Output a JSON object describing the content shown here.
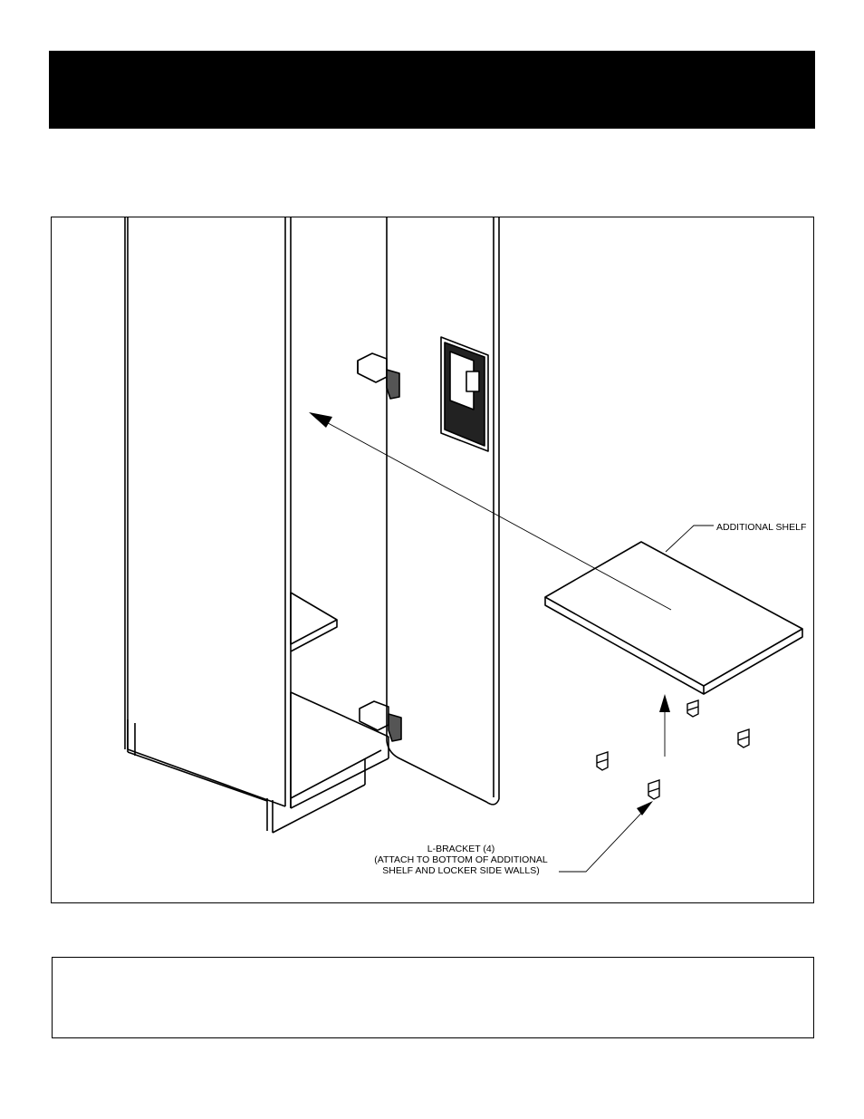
{
  "labels": {
    "shelf": "ADDITIONAL SHELF",
    "bracket_line1": "L-BRACKET (4)",
    "bracket_line2": "(ATTACH TO BOTTOM OF ADDITIONAL",
    "bracket_line3": "SHELF AND LOCKER SIDE WALLS)"
  },
  "colors": {
    "line": "#000000",
    "background": "#ffffff"
  }
}
